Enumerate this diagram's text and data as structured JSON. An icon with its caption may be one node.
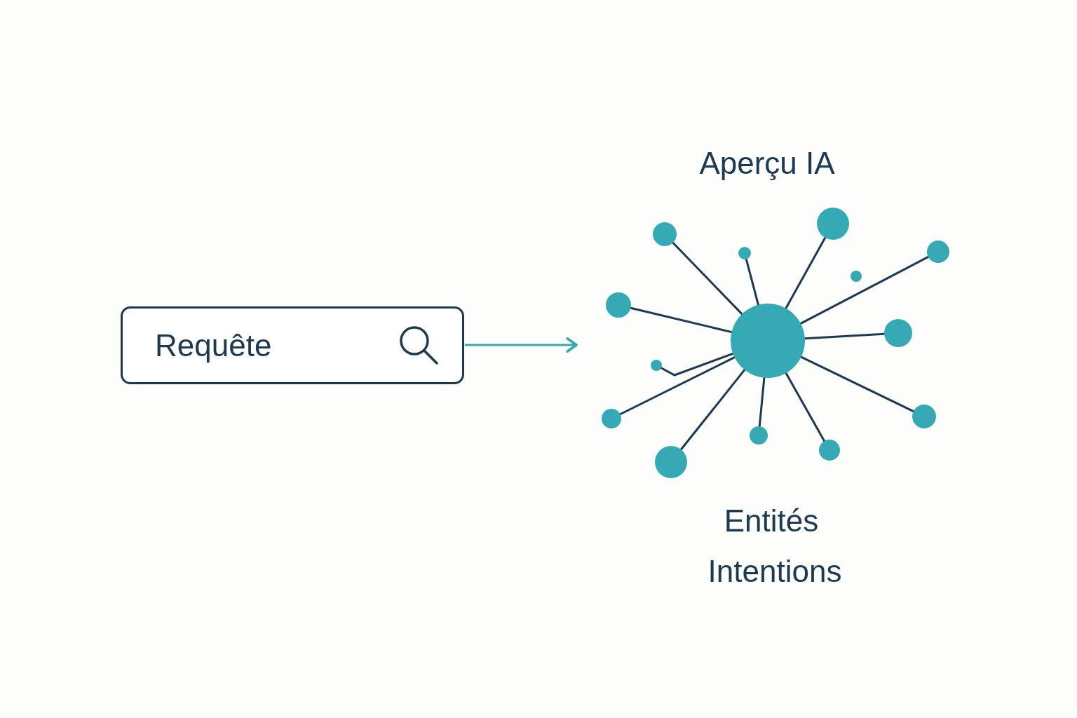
{
  "diagram": {
    "nodes": [
      {
        "text": [
          "Requête"
        ]
      },
      {
        "text": [],
        "shape": "circle"
      },
      {
        "text": [],
        "shape": "circle"
      },
      {
        "text": [],
        "shape": "circle"
      },
      {
        "text": [],
        "shape": "circle"
      },
      {
        "text": [],
        "shape": "circle"
      },
      {
        "text": [],
        "shape": "circle"
      },
      {
        "text": [],
        "shape": "circle"
      },
      {
        "text": [],
        "shape": "circle"
      },
      {
        "text": [],
        "shape": "circle"
      },
      {
        "text": [],
        "shape": "circle"
      },
      {
        "text": [],
        "shape": "circle"
      },
      {
        "text": [],
        "shape": "circle"
      },
      {
        "text": [],
        "shape": "circle"
      },
      {
        "text": [],
        "shape": "circle"
      }
    ],
    "edges": [
      {
        "from": 0,
        "to": null,
        "arrow": "to",
        "color": "#35aab5"
      },
      {
        "from": 1,
        "to": 2,
        "arrow": "none"
      },
      {
        "from": 1,
        "to": 3,
        "arrow": "none"
      },
      {
        "from": 1,
        "to": 4,
        "arrow": "none"
      },
      {
        "from": 1,
        "to": 5,
        "arrow": "none"
      },
      {
        "from": 1,
        "to": 7,
        "arrow": "none"
      },
      {
        "from": 1,
        "to": 8,
        "arrow": "none"
      },
      {
        "from": 1,
        "to": 9,
        "arrow": "none"
      },
      {
        "from": 1,
        "to": 10,
        "arrow": "none"
      },
      {
        "from": 1,
        "to": 11,
        "arrow": "none"
      },
      {
        "from": 1,
        "to": 12,
        "arrow": "none"
      },
      {
        "from": 1,
        "to": 13,
        "arrow": "none"
      },
      {
        "from": 1,
        "to": 14,
        "arrow": "none"
      }
    ],
    "labels": [
      "Aperçu IA",
      "Entités",
      "Intentions"
    ]
  }
}
